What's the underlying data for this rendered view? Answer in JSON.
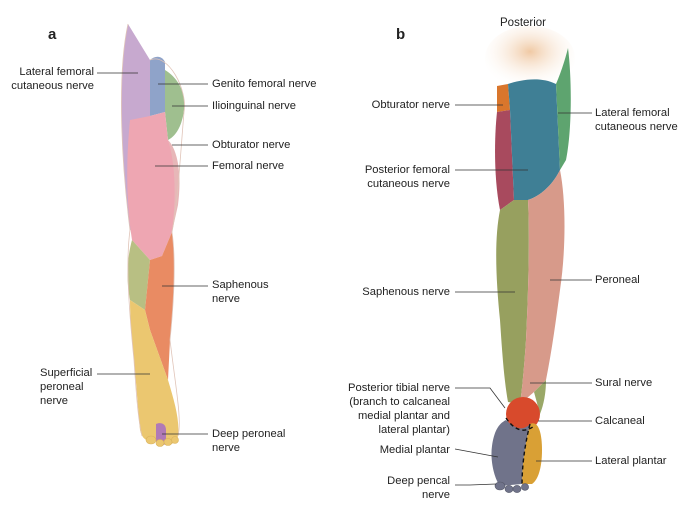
{
  "panel_a": {
    "letter": "a",
    "labels": {
      "lateral_femoral": [
        "Lateral femoral",
        "cutaneous nerve"
      ],
      "genito_femoral": "Genito femoral nerve",
      "ilioinguinal": "Ilioinguinal nerve",
      "obturator": "Obturator nerve",
      "femoral": "Femoral nerve",
      "saphenous": [
        "Saphenous",
        "nerve"
      ],
      "superficial_peroneal": [
        "Superficial",
        "peroneal",
        "nerve"
      ],
      "deep_peroneal": [
        "Deep peroneal",
        "nerve"
      ]
    }
  },
  "panel_b": {
    "letter": "b",
    "view": "Posterior",
    "labels": {
      "obturator": "Obturator nerve",
      "lateral_femoral": [
        "Lateral femoral",
        "cutaneous nerve"
      ],
      "posterior_femoral": [
        "Posterior femoral",
        "cutaneous nerve"
      ],
      "peroneal": "Peroneal",
      "saphenous": "Saphenous nerve",
      "posterior_tibial": [
        "Posterior tibial nerve",
        "(branch to calcaneal",
        "medial plantar and",
        "lateral plantar)"
      ],
      "sural": "Sural nerve",
      "calcaneal": "Calcaneal",
      "medial_plantar": "Medial plantar",
      "lateral_plantar": "Lateral plantar",
      "deep_pencal": [
        "Deep pencal",
        "nerve"
      ]
    }
  },
  "colors": {
    "lateral_femoral_a": "#c7a9cf",
    "genito_femoral": "#8fa3c9",
    "ilioinguinal": "#9fbf8f",
    "femoral": "#eea6b2",
    "saphenous_a": "#e98b63",
    "saphenous_upper": "#b8bf83",
    "superficial_peroneal": "#ebc770",
    "deep_peroneal": "#b07ab7",
    "obturator_b": "#d9762c",
    "posterior_femoral": "#3f7f95",
    "lateral_femoral_b": "#5ea46f",
    "saphenous_b": "#97a05f",
    "peroneal_b": "#d79a8a",
    "calcaneal": "#d84a2c",
    "medial_plantar": "#70738a",
    "lateral_plantar": "#d9a035",
    "skin": "#f2d5be"
  }
}
